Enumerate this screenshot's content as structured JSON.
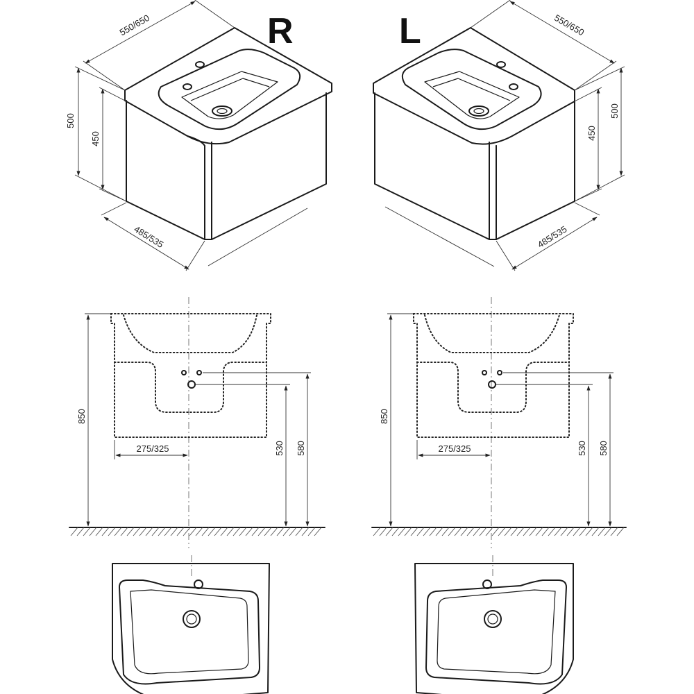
{
  "variants": {
    "right": {
      "letter": "R",
      "iso": {
        "width": "550/650",
        "height_total": "500",
        "height_cabinet": "450",
        "depth": "485/535"
      },
      "front": {
        "height": "850",
        "waste_height": "530",
        "tap_height": "580",
        "offset": "275/325"
      }
    },
    "left": {
      "letter": "L",
      "iso": {
        "width": "550/650",
        "height_total": "500",
        "height_cabinet": "450",
        "depth": "485/535"
      },
      "front": {
        "height": "850",
        "waste_height": "530",
        "tap_height": "580",
        "offset": "275/325"
      }
    }
  },
  "colors": {
    "line": "#1a1a1a",
    "dimension": "#333333"
  }
}
